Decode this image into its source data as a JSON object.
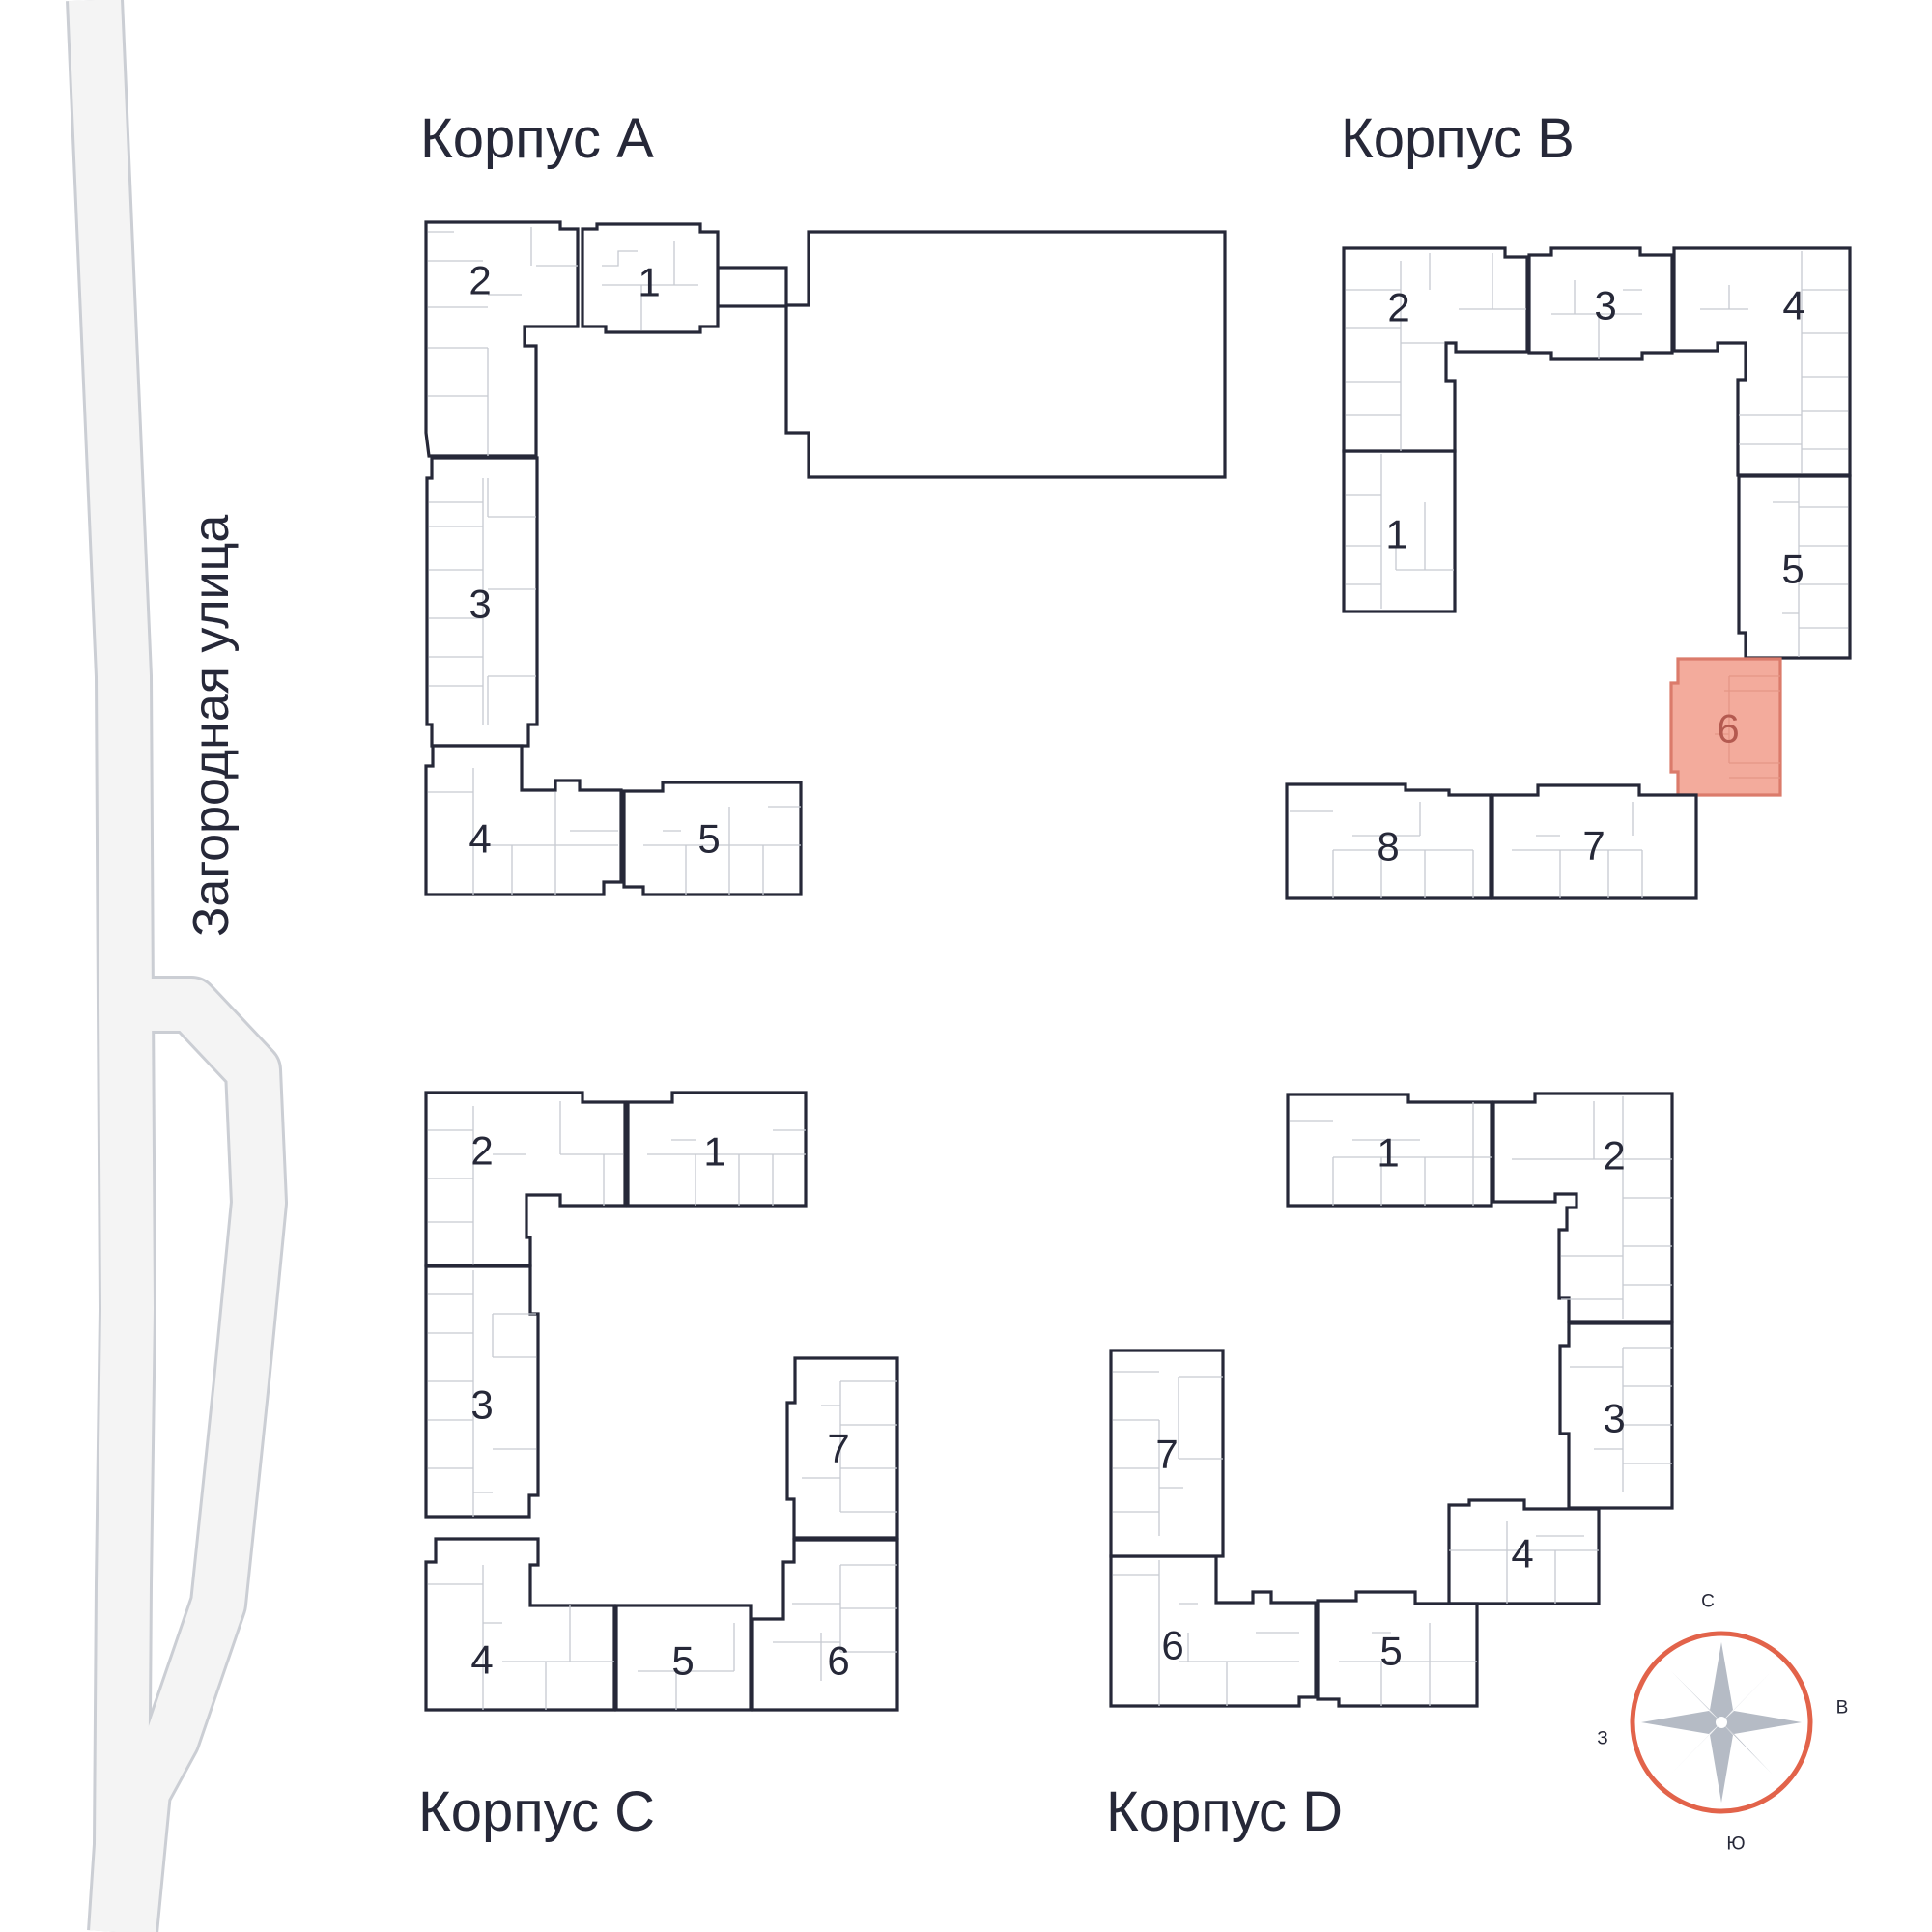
{
  "street": {
    "label": "Загородная улица"
  },
  "buildings": {
    "a": {
      "title": "Корпус A",
      "sections": [
        "1",
        "2",
        "3",
        "4",
        "5"
      ]
    },
    "b": {
      "title": "Корпус B",
      "sections": [
        "1",
        "2",
        "3",
        "4",
        "5",
        "6",
        "7",
        "8"
      ],
      "selected": "6"
    },
    "c": {
      "title": "Корпус C",
      "sections": [
        "1",
        "2",
        "3",
        "4",
        "5",
        "6",
        "7"
      ]
    },
    "d": {
      "title": "Корпус D",
      "sections": [
        "1",
        "2",
        "3",
        "4",
        "5",
        "6",
        "7"
      ]
    }
  },
  "compass": {
    "north": "С",
    "east": "В",
    "south": "Ю",
    "west": "З"
  },
  "colors": {
    "outline": "#262838",
    "selected": "#f3ab9c",
    "compass_ring": "#e2634a",
    "compass_star": "#b5bbc5"
  }
}
